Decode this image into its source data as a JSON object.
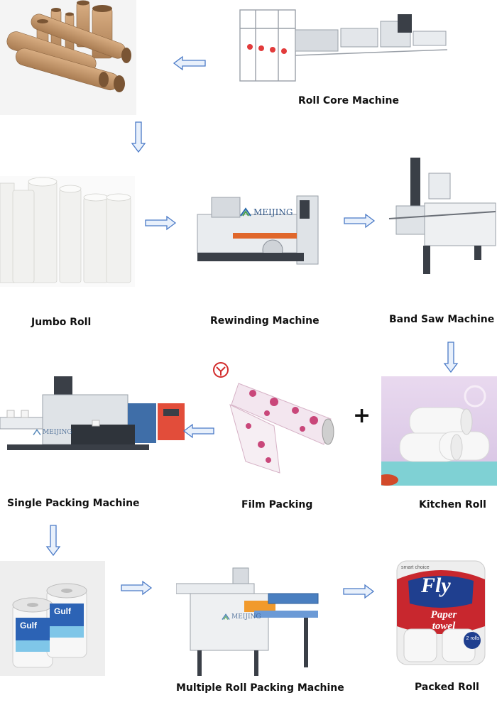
{
  "labels": {
    "roll_core_machine": "Roll Core Machine",
    "jumbo_roll": "Jumbo Roll",
    "rewinding_machine": "Rewinding Machine",
    "band_saw_machine": "Band Saw Machine",
    "single_packing_machine": "Single Packing Machine",
    "film_packing": "Film Packing",
    "kitchen_roll": "Kitchen Roll",
    "multiple_roll_packing_machine": "Multiple Roll Packing Machine",
    "packed_roll": "Packed Roll"
  },
  "brands": {
    "meijing": "MEIJING",
    "gulf": "Gulf",
    "fly": "Fly",
    "paper_towel": "Paper towel",
    "two_rolls": "2 rolls",
    "smart_choice": "smart choice"
  },
  "plus_sign": "+",
  "colors": {
    "arrow_fill": "#e8f0fb",
    "arrow_stroke": "#4a7ac7",
    "kraft": "#c89a6c",
    "tissue": "#f2f2f2",
    "machine_white": "#e9ecef",
    "machine_dark": "#3a3f47"
  }
}
